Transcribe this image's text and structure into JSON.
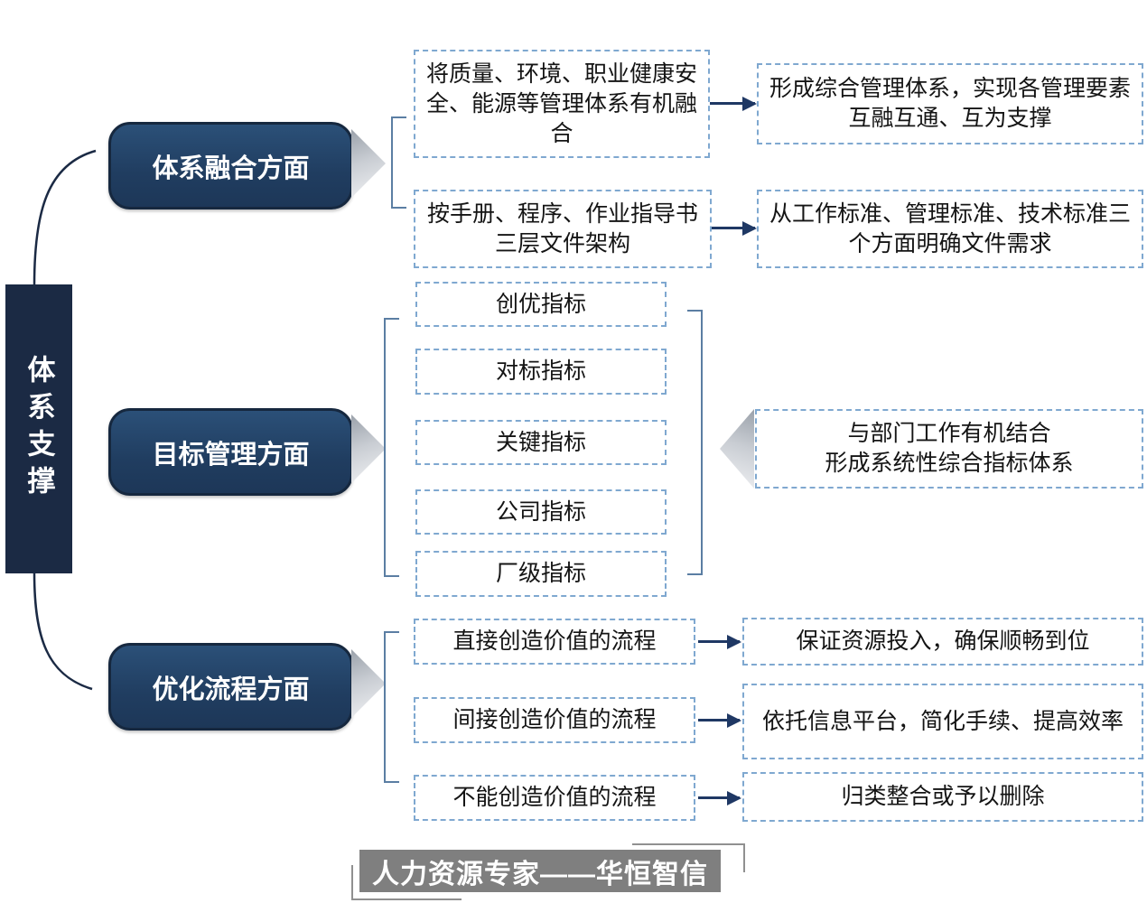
{
  "root": {
    "label": "体系支撑"
  },
  "sections": [
    {
      "label": "体系融合方面",
      "pairs": [
        {
          "left": "将质量、环境、职业健康安全、能源等管理体系有机融合",
          "right": "形成综合管理体系，实现各管理要素互融互通、互为支撑"
        },
        {
          "left": "按手册、程序、作业指导书三层文件架构",
          "right": "从工作标准、管理标准、技术标准三个方面明确文件需求"
        }
      ]
    },
    {
      "label": "目标管理方面",
      "indicators": [
        "创优指标",
        "对标指标",
        "关键指标",
        "公司指标",
        "厂级指标"
      ],
      "summary_line1": "与部门工作有机结合",
      "summary_line2": "形成系统性综合指标体系"
    },
    {
      "label": "优化流程方面",
      "pairs": [
        {
          "left": "直接创造价值的流程",
          "right": "保证资源投入，确保顺畅到位"
        },
        {
          "left": "间接创造价值的流程",
          "right": "依托信息平台，简化手续、提高效率"
        },
        {
          "left": "不能创造价值的流程",
          "right": "归类整合或予以删除"
        }
      ]
    }
  ],
  "footer": {
    "brand": "人力资源专家——华恒智信"
  },
  "colors": {
    "root_navy": "#1b2a44",
    "category_navy": "#24466b",
    "dashed_border": "#7fa8d0",
    "bracket": "#5b7ea3",
    "arrow": "#1f3864",
    "chevron_gray": "#c9cdd3",
    "banner_gray": "#7f7f7f"
  }
}
